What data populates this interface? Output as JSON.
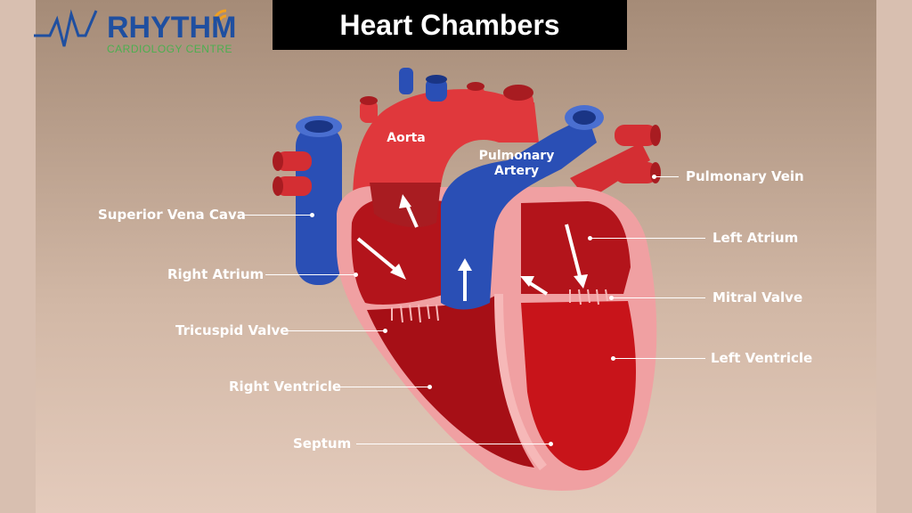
{
  "brand": {
    "name": "RHYTHM",
    "subtitle": "CARDIOLOGY CENTRE",
    "primary_color": "#1f4fa0",
    "secondary_color": "#4caf50"
  },
  "title": "Heart Chambers",
  "inner_labels": {
    "aorta": "Aorta",
    "pulmonary_artery_1": "Pulmonary",
    "pulmonary_artery_2": "Artery"
  },
  "left_labels": [
    {
      "id": "superior-vena-cava",
      "text": "Superior Vena Cava"
    },
    {
      "id": "right-atrium",
      "text": "Right Atrium"
    },
    {
      "id": "tricuspid-valve",
      "text": "Tricuspid Valve"
    },
    {
      "id": "right-ventricle",
      "text": "Right Ventricle"
    },
    {
      "id": "septum",
      "text": "Septum"
    }
  ],
  "right_labels": [
    {
      "id": "pulmonary-vein",
      "text": "Pulmonary Vein"
    },
    {
      "id": "left-atrium",
      "text": "Left Atrium"
    },
    {
      "id": "mitral-valve",
      "text": "Mitral Valve"
    },
    {
      "id": "left-ventricle",
      "text": "Left Ventricle"
    }
  ],
  "colors": {
    "oxygenated": "#e0383c",
    "deoxygenated": "#2a4fb5",
    "muscle_outer": "#f4a3a3",
    "chamber": "#b3141b"
  }
}
